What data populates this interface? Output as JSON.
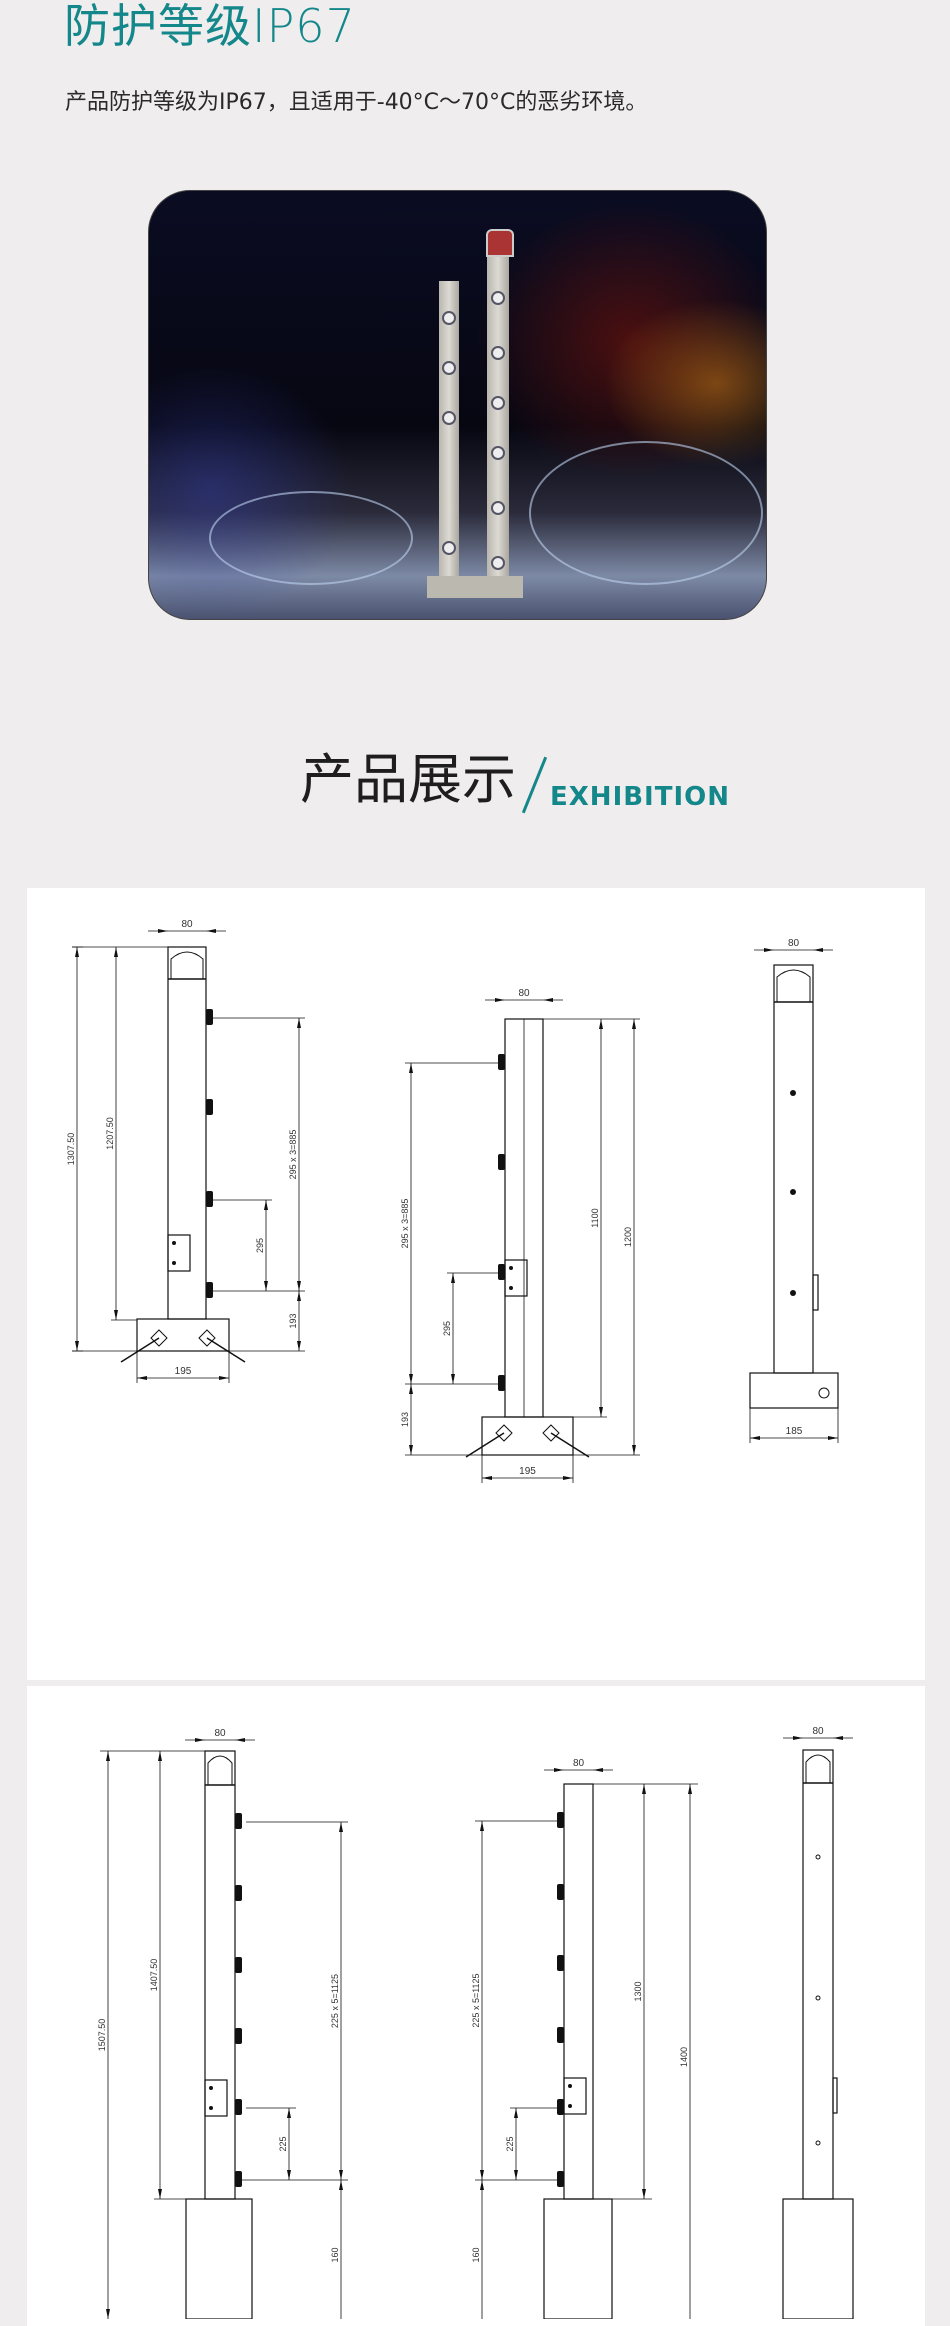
{
  "section_protection": {
    "title": "防护等级IP67",
    "description": "产品防护等级为IP67，且适用于-40°C～70°C的恶劣环境。"
  },
  "section_exhibition": {
    "title_cn": "产品展示",
    "slash": "/",
    "title_en": "EXHIBITION"
  },
  "drawings": {
    "row1": {
      "front": {
        "width": "80",
        "total_height": "1307.50",
        "post_height": "1207.50",
        "pitch_total": "295 x 3=885",
        "pitch": "295",
        "bottom": "193",
        "base_width": "195"
      },
      "side": {
        "width": "80",
        "pitch_total": "295 x 3=885",
        "pitch": "295",
        "bottom": "193",
        "post_height": "1100",
        "total_height": "1200",
        "base_width": "195"
      },
      "back": {
        "width": "80",
        "base_width": "185"
      }
    },
    "row2": {
      "front": {
        "width": "80",
        "total_height": "1507.50",
        "post_height": "1407.50",
        "pitch_total": "225 x 5=1125",
        "pitch": "225",
        "bottom": "160"
      },
      "side": {
        "width": "80",
        "pitch_total": "225 x 5=1125",
        "pitch": "225",
        "bottom": "160",
        "post_height": "1300",
        "total_height": "1400"
      },
      "back": {
        "width": "80"
      }
    }
  }
}
